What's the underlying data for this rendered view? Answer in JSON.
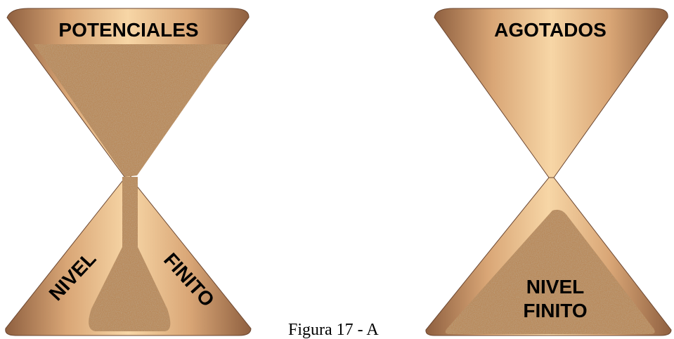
{
  "left_hourglass": {
    "top_label": "POTENCIALES",
    "bottom_label_left": "NIVEL",
    "bottom_label_right": "FINITO"
  },
  "right_hourglass": {
    "top_label": "AGOTADOS",
    "bottom_label_line1": "NIVEL",
    "bottom_label_line2": "FINITO"
  },
  "caption": "Figura 17 - A",
  "colors": {
    "glass_light": "#f3cf9e",
    "glass_mid": "#dba878",
    "glass_dark": "#9a6a44",
    "sand": "#b98a5c"
  }
}
